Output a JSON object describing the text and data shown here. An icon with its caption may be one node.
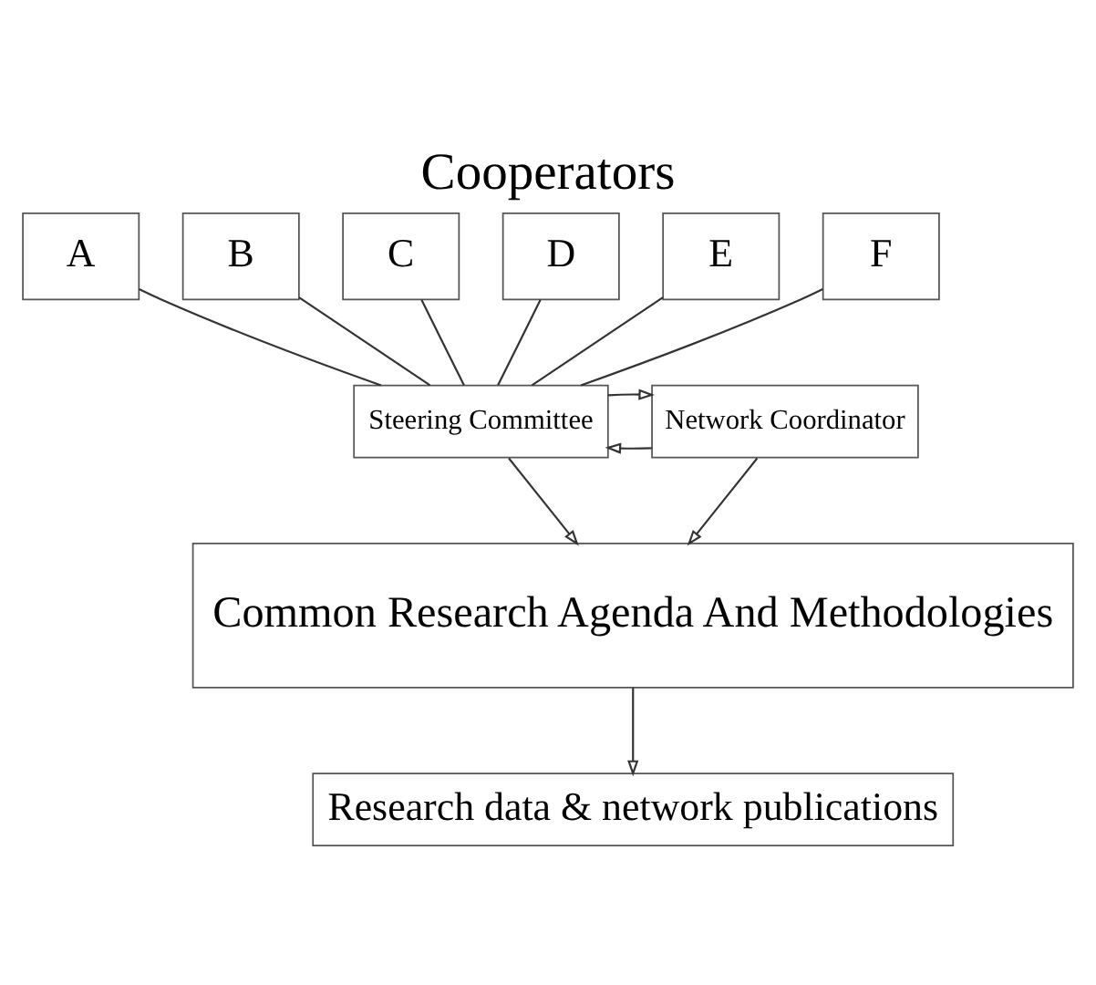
{
  "diagram": {
    "title": "Cooperators",
    "nodes": [
      {
        "text": [
          "A"
        ]
      },
      {
        "text": [
          "B"
        ]
      },
      {
        "text": [
          "C"
        ]
      },
      {
        "text": [
          "D"
        ]
      },
      {
        "text": [
          "E"
        ]
      },
      {
        "text": [
          "F"
        ]
      },
      {
        "text": [
          "Steering Committee"
        ]
      },
      {
        "text": [
          "Network Coordinator"
        ]
      },
      {
        "text": [
          "Common Research Agenda And Methodologies"
        ]
      },
      {
        "text": [
          "Research data & network publications"
        ]
      }
    ],
    "edges": [
      {
        "from": 0,
        "to": 6,
        "arrow": "none"
      },
      {
        "from": 1,
        "to": 6,
        "arrow": "none"
      },
      {
        "from": 2,
        "to": 6,
        "arrow": "none"
      },
      {
        "from": 3,
        "to": 6,
        "arrow": "none"
      },
      {
        "from": 4,
        "to": 6,
        "arrow": "none"
      },
      {
        "from": 5,
        "to": 6,
        "arrow": "none"
      },
      {
        "from": 7,
        "to": 6,
        "arrow": "to"
      },
      {
        "from": 6,
        "to": 7,
        "arrow": "to"
      },
      {
        "from": 6,
        "to": 8,
        "arrow": "to"
      },
      {
        "from": 7,
        "to": 8,
        "arrow": "to"
      },
      {
        "from": 8,
        "to": 9,
        "arrow": "to"
      }
    ]
  }
}
